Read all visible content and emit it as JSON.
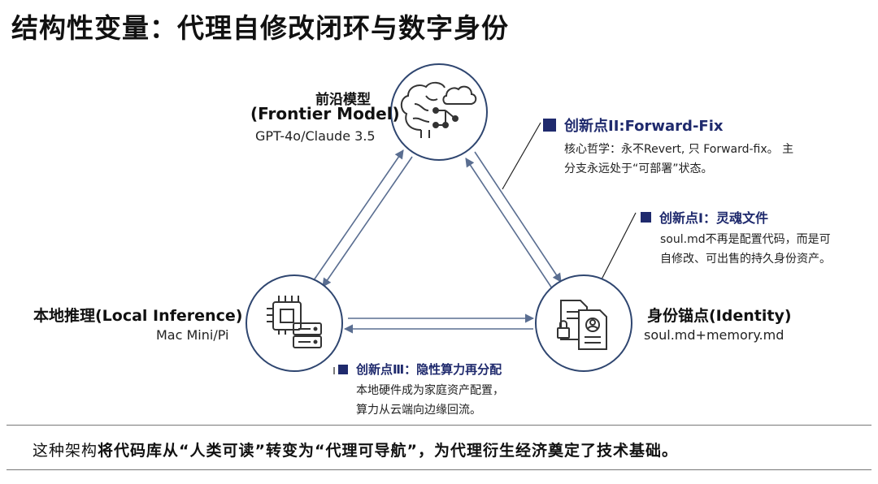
{
  "title": "结构性变量：代理自修改闭环与数字身份",
  "nodes": {
    "top": {
      "cn": "前沿模型",
      "en": "(Frontier Model)",
      "sub": "GPT-4o/Claude 3.5",
      "icon": "brain-cloud-icon"
    },
    "left": {
      "name": "本地推理(Local Inference)",
      "sub": "Mac   Mini/Pi",
      "icon": "chip-server-icon"
    },
    "right": {
      "name": "身份锚点(Identity)",
      "sub": "soul.md+memory.md",
      "icon": "document-identity-icon"
    }
  },
  "callouts": {
    "forward_fix": {
      "head": "创新点II:Forward-Fix",
      "line1": "核心哲学：永不Revert, 只 Forward-fix。 主",
      "line2": "分支永远处于“可部署”状态。"
    },
    "soul_file": {
      "head": "创新点I：灵魂文件",
      "line1": "soul.md不再是配置代码，而是可",
      "line2": "自修改、可出售的持久身份资产。"
    },
    "compute": {
      "head": "创新点Ⅲ：隐性算力再分配",
      "line1": "本地硬件成为家庭资产配置，",
      "line2": "算力从云端向边缘回流。"
    }
  },
  "footer": {
    "pre": "这种架构",
    "main": "将代码库从“人类可读”转变为“代理可导航”，为代理衍生经济奠定了技术基础。"
  },
  "colors": {
    "accent": "#1f2a6d",
    "circle_stroke": "#2f4670",
    "arrow": "#5a6e91"
  }
}
